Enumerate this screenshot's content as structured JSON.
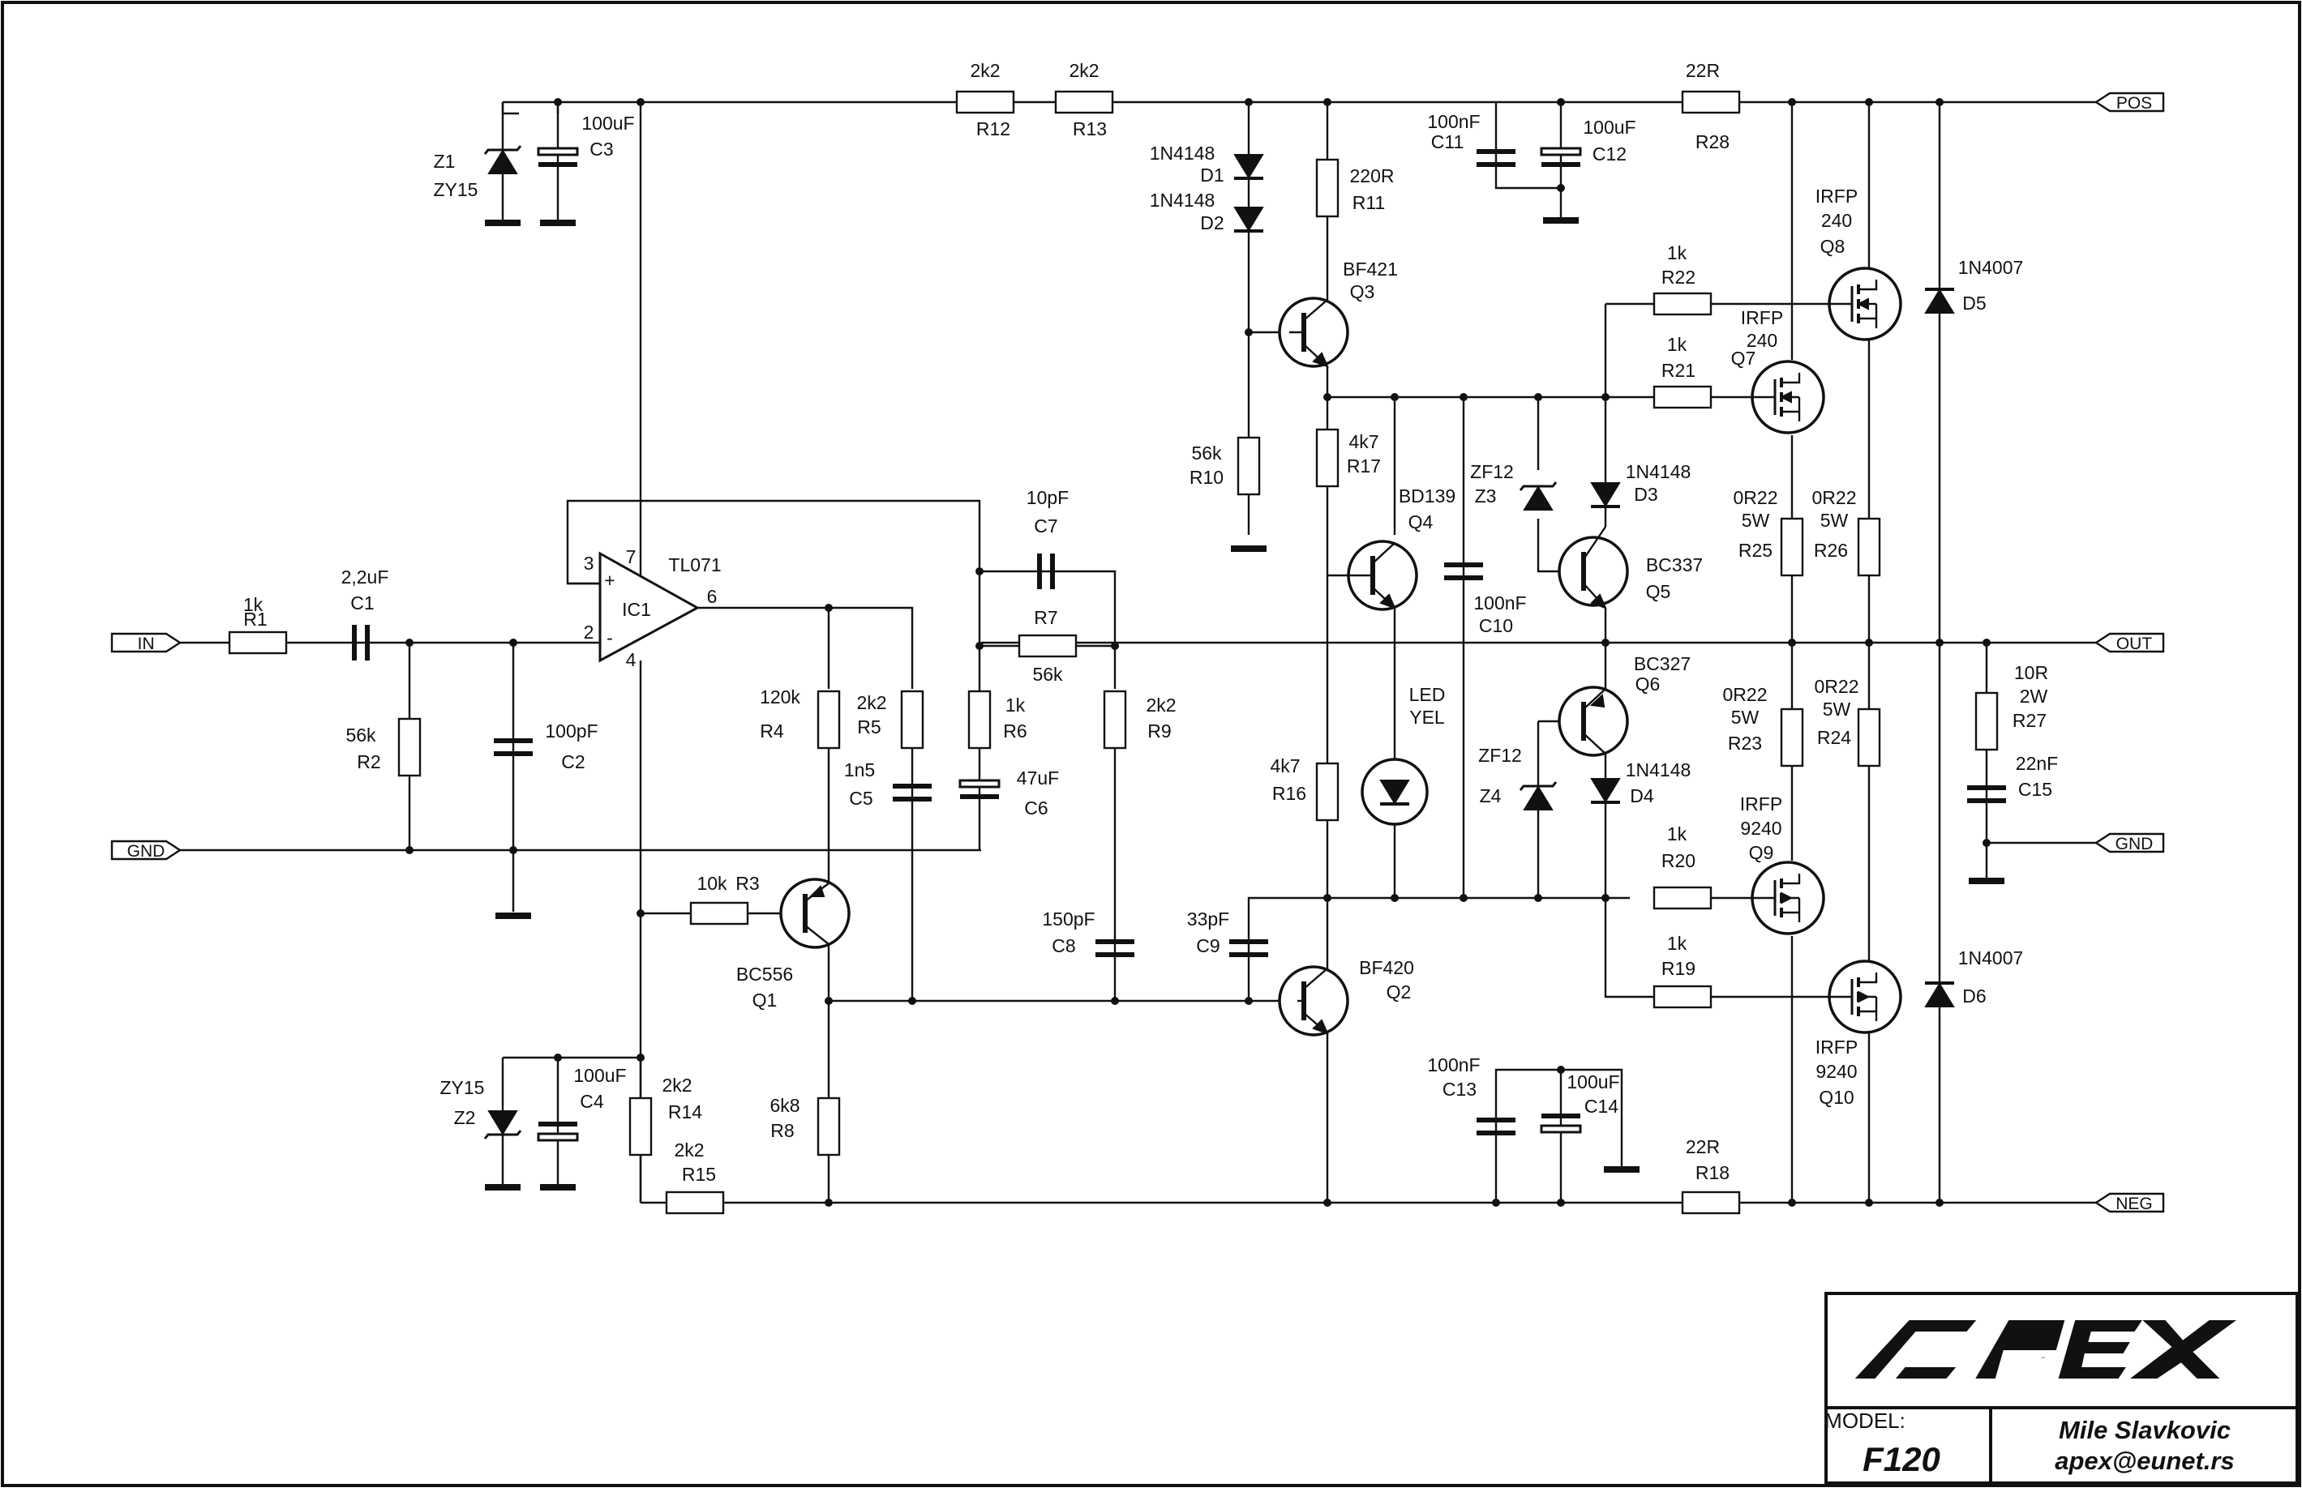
{
  "ports": {
    "in": "IN",
    "gnd_left": "GND",
    "pos": "POS",
    "out": "OUT",
    "gnd_right": "GND",
    "neg": "NEG"
  },
  "components": {
    "r1": {
      "value": "1k",
      "ref": "R1"
    },
    "c1": {
      "value": "2,2uF",
      "ref": "C1"
    },
    "r2": {
      "value": "56k",
      "ref": "R2"
    },
    "c2": {
      "value": "100pF",
      "ref": "C2"
    },
    "ic1": {
      "model": "TL071",
      "ref": "IC1",
      "pin3": "3",
      "pin7": "7",
      "pin2": "2",
      "pin4": "4",
      "pin6": "6",
      "plus": "+",
      "minus": "-"
    },
    "z1": {
      "ref": "Z1",
      "model": "ZY15"
    },
    "c3": {
      "value": "100uF",
      "ref": "C3"
    },
    "z2": {
      "ref": "Z2",
      "model": "ZY15"
    },
    "c4": {
      "value": "100uF",
      "ref": "C4"
    },
    "r3": {
      "value": "10k",
      "ref": "R3"
    },
    "q1": {
      "model": "BC556",
      "ref": "Q1"
    },
    "r4": {
      "value": "120k",
      "ref": "R4"
    },
    "r5": {
      "value": "2k2",
      "ref": "R5"
    },
    "c5": {
      "value": "1n5",
      "ref": "C5"
    },
    "r6": {
      "value": "1k",
      "ref": "R6"
    },
    "c6": {
      "value": "47uF",
      "ref": "C6"
    },
    "c7": {
      "value": "10pF",
      "ref": "C7"
    },
    "r7": {
      "value": "56k",
      "ref": "R7"
    },
    "r8": {
      "value": "6k8",
      "ref": "R8"
    },
    "r9": {
      "value": "2k2",
      "ref": "R9"
    },
    "c8": {
      "value": "150pF",
      "ref": "C8"
    },
    "c9": {
      "value": "33pF",
      "ref": "C9"
    },
    "r12": {
      "value": "2k2",
      "ref": "R12"
    },
    "r13": {
      "value": "2k2",
      "ref": "R13"
    },
    "r14": {
      "value": "2k2",
      "ref": "R14"
    },
    "r15": {
      "value": "2k2",
      "ref": "R15"
    },
    "d1": {
      "model": "1N4148",
      "ref": "D1"
    },
    "d2": {
      "model": "1N4148",
      "ref": "D2"
    },
    "r10": {
      "value": "56k",
      "ref": "R10"
    },
    "r11": {
      "value": "220R",
      "ref": "R11"
    },
    "q3": {
      "model": "BF421",
      "ref": "Q3"
    },
    "q2": {
      "model": "BF420",
      "ref": "Q2"
    },
    "r17": {
      "value": "4k7",
      "ref": "R17"
    },
    "r16": {
      "value": "4k7",
      "ref": "R16"
    },
    "q4": {
      "model": "BD139",
      "ref": "Q4"
    },
    "led": {
      "line1": "LED",
      "line2": "YEL"
    },
    "c10": {
      "value": "100nF",
      "ref": "C10"
    },
    "z3": {
      "model": "ZF12",
      "ref": "Z3"
    },
    "z4": {
      "model": "ZF12",
      "ref": "Z4"
    },
    "d3": {
      "model": "1N4148",
      "ref": "D3"
    },
    "d4": {
      "model": "1N4148",
      "ref": "D4"
    },
    "q5": {
      "model": "BC337",
      "ref": "Q5"
    },
    "q6": {
      "model": "BC327",
      "ref": "Q6"
    },
    "c11": {
      "value": "100nF",
      "ref": "C11"
    },
    "c12": {
      "value": "100uF",
      "ref": "C12"
    },
    "r28": {
      "value": "22R",
      "ref": "R28"
    },
    "c13": {
      "value": "100nF",
      "ref": "C13"
    },
    "c14": {
      "value": "100uF",
      "ref": "C14"
    },
    "r18": {
      "value": "22R",
      "ref": "R18"
    },
    "r22": {
      "value": "1k",
      "ref": "R22"
    },
    "r21": {
      "value": "1k",
      "ref": "R21"
    },
    "r20": {
      "value": "1k",
      "ref": "R20"
    },
    "r19": {
      "value": "1k",
      "ref": "R19"
    },
    "q8": {
      "line1": "IRFP",
      "line2": "240",
      "ref": "Q8"
    },
    "q7": {
      "line1": "IRFP",
      "line2": "240",
      "ref": "Q7"
    },
    "q9": {
      "line1": "IRFP",
      "line2": "9240",
      "ref": "Q9"
    },
    "q10": {
      "line1": "IRFP",
      "line2": "9240",
      "ref": "Q10"
    },
    "r25": {
      "value": "0R22",
      "power": "5W",
      "ref": "R25"
    },
    "r26": {
      "value": "0R22",
      "power": "5W",
      "ref": "R26"
    },
    "r23": {
      "value": "0R22",
      "power": "5W",
      "ref": "R23"
    },
    "r24": {
      "value": "0R22",
      "power": "5W",
      "ref": "R24"
    },
    "d5": {
      "model": "1N4007",
      "ref": "D5"
    },
    "d6": {
      "model": "1N4007",
      "ref": "D6"
    },
    "r27": {
      "value": "10R",
      "power": "2W",
      "ref": "R27"
    },
    "c15": {
      "value": "22nF",
      "ref": "C15"
    }
  },
  "title_block": {
    "logo": "APEX",
    "model_label": "MODEL:",
    "model": "F120",
    "author": "Mile Slavkovic",
    "email": "apex@eunet.rs"
  }
}
